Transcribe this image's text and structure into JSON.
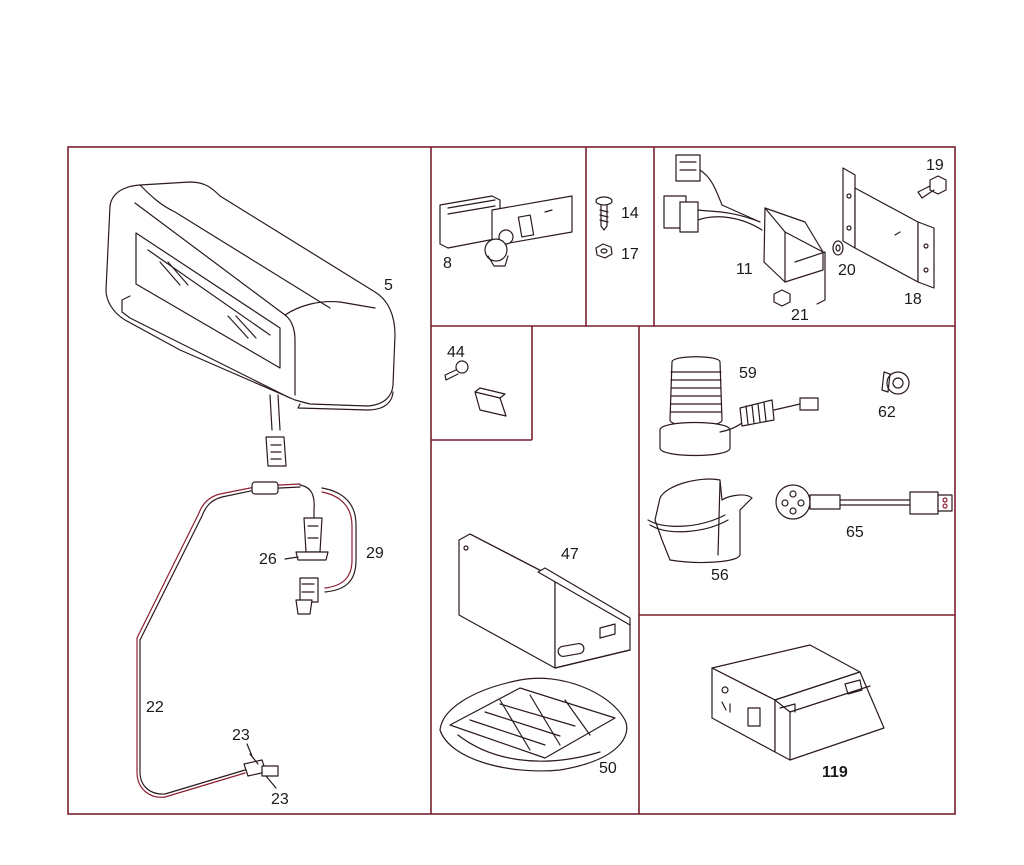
{
  "colors": {
    "frame": "#7a1f2e",
    "line": "#2a1a1e",
    "accent": "#8b1e32"
  },
  "callouts": {
    "p5": "5",
    "p8": "8",
    "p14": "14",
    "p17": "17",
    "p19": "19",
    "p11": "11",
    "p20": "20",
    "p21": "21",
    "p18": "18",
    "p44": "44",
    "p59": "59",
    "p62": "62",
    "p56": "56",
    "p65": "65",
    "p47": "47",
    "p50": "50",
    "p119": "119",
    "p26": "26",
    "p29": "29",
    "p22": "22",
    "p23a": "23",
    "p23b": "23"
  }
}
